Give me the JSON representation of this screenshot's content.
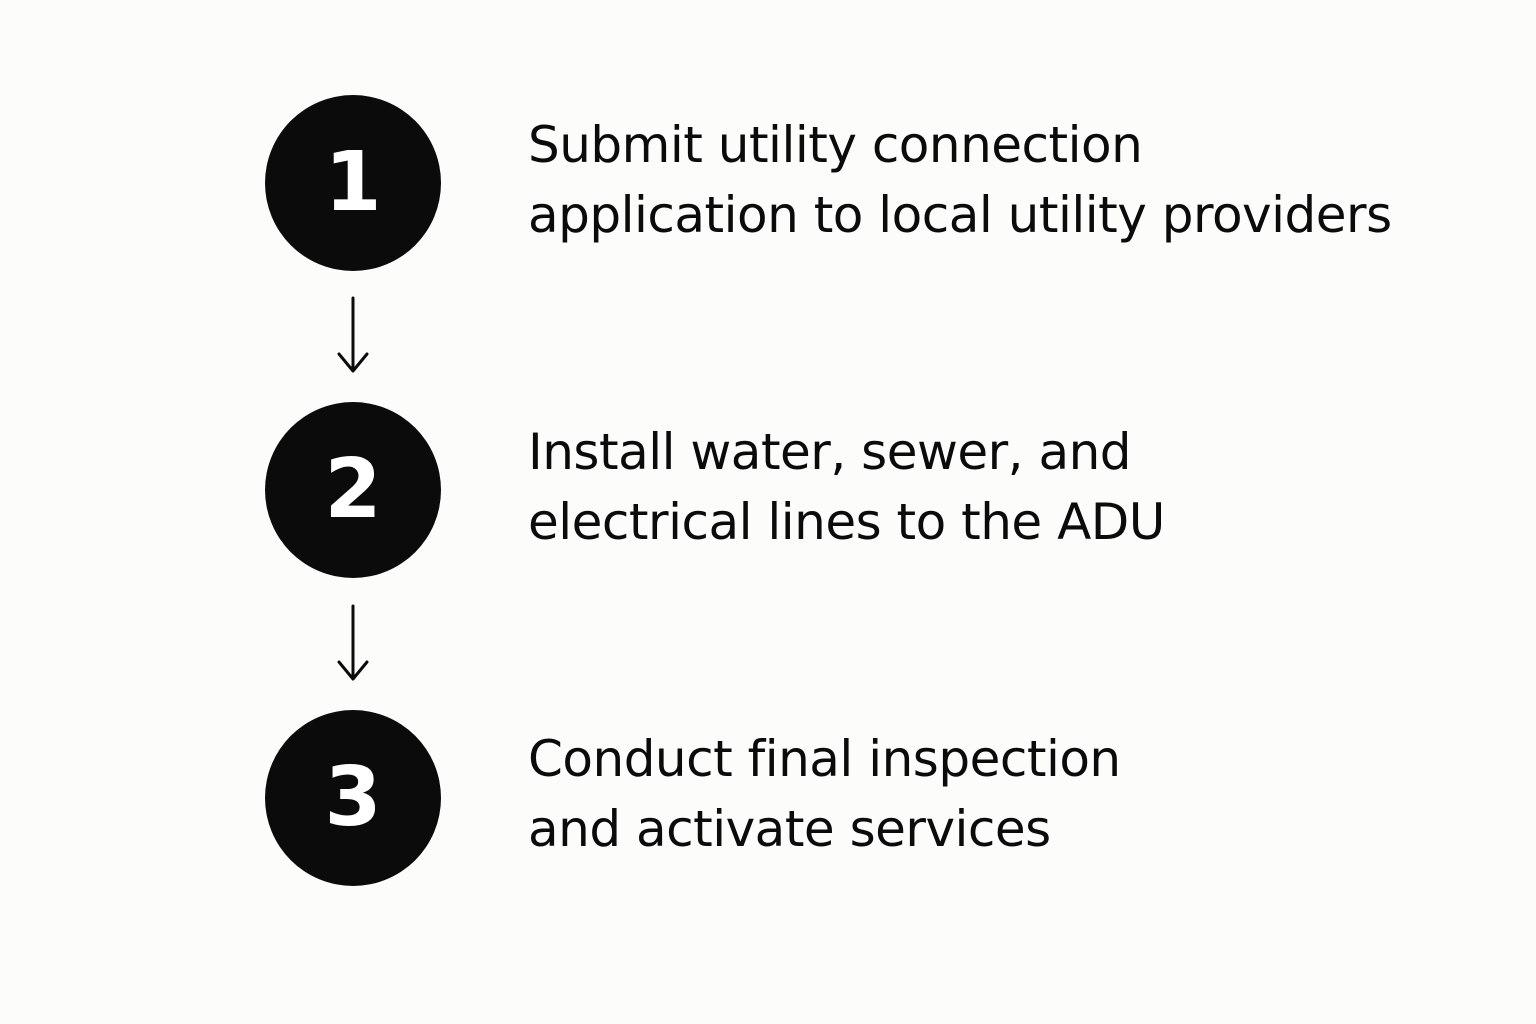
{
  "steps": [
    {
      "number": "1",
      "line1": "Submit utility connection",
      "line2": "application to local utility providers"
    },
    {
      "number": "2",
      "line1": "Install water, sewer, and",
      "line2": "electrical lines to the ADU"
    },
    {
      "number": "3",
      "line1": "Conduct final inspection",
      "line2": "and activate services"
    }
  ],
  "colors": {
    "background": "#fcfcfa",
    "circle": "#0b0b0b",
    "number": "#ffffff",
    "text": "#0b0b0b"
  },
  "icons": {
    "connector": "arrow-down-icon"
  }
}
